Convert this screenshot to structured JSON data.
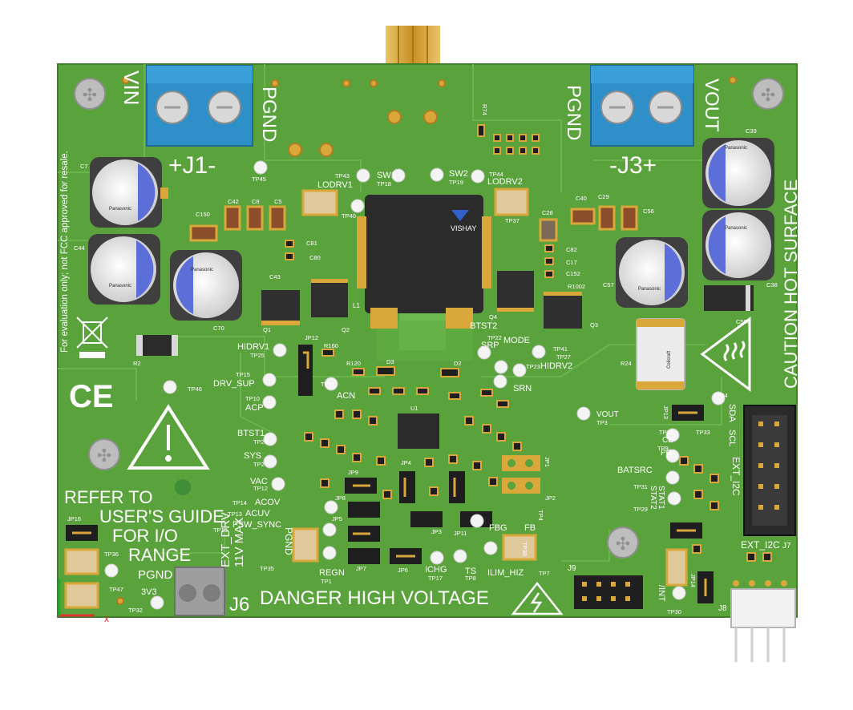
{
  "colors": {
    "board": "#5aa33c",
    "board_dark": "#4e9332",
    "trace": "#66b048",
    "silk": "#ffffff",
    "terminal_blue": "#2e8fc9",
    "gold": "#d9a73a",
    "chip": "#2b2b2b"
  },
  "connectors": {
    "j1_label": "+J1-",
    "j3_label": "-J3+",
    "vin": "VIN",
    "pgnd_left": "PGND",
    "pgnd_right": "PGND",
    "vout": "VOUT",
    "j6": "J6",
    "j7": "J7",
    "j8": "J8",
    "j9": "J9",
    "ext_i2c": "EXT_I2C",
    "ext_i2c_bottom": "EXT_I2C"
  },
  "warnings": {
    "fcc": "For evaluation only; not FCC approved for resale.",
    "caution": "CAUTION HOT SURFACE",
    "danger": "DANGER HIGH VOLTAGE",
    "refer": [
      "REFER TO",
      "USER'S GUIDE",
      "FOR I/O",
      "RANGE"
    ],
    "ce": "CE",
    "ext_drv": "EXT_DRV",
    "max11v": "11V MAX"
  },
  "brands": {
    "vishay": "VISHAY",
    "panasonic": "Panasonic",
    "coilcraft": "Coilcraft"
  },
  "labels": {
    "lodrv1": "LODRV1",
    "lodrv2": "LODRV2",
    "sw1": "SW1",
    "sw2": "SW2",
    "hidrv1": "HIDRV1",
    "hidrv2": "HIDRV2",
    "drv_sup": "DRV_SUP",
    "acp": "ACP",
    "acn": "ACN",
    "btst1": "BTST1",
    "btst2": "BTST2",
    "sys": "SYS",
    "vac": "VAC",
    "acov": "ACOV",
    "acuv": "ACUV",
    "fsw_sync": "FSW_SYNC",
    "pgnd_small": "PGND",
    "regn": "REGN",
    "ichg": "ICHG",
    "ts": "TS",
    "ilim_hiz": "ILIM_HIZ",
    "fbg": "FBG",
    "fb": "FB",
    "srp": "SRP",
    "srn": "SRN",
    "mode": "MODE",
    "vout_tp": "VOUT",
    "sda": "SDA",
    "scl": "SCL",
    "ce_sig": "CE",
    "batsrc": "BATSRC",
    "stat1": "STAT1",
    "stat2": "STAT2",
    "pg": "PG",
    "int": "/INT",
    "pgnd_j6": "PGND",
    "v3v3": "3V3",
    "l1": "L1",
    "u1": "U1",
    "q1": "Q1",
    "q2": "Q2",
    "q3": "Q3",
    "q4": "Q4",
    "r24": "R24",
    "r74": "R74",
    "r2": "R2",
    "c7": "C7",
    "c44": "C44",
    "c70": "C70",
    "c39": "C39",
    "c38": "C38",
    "c57": "C57",
    "c506": "C506",
    "c42": "C42",
    "c8": "C8",
    "c5": "C5",
    "c150": "C150",
    "c81": "C81",
    "c80": "C80",
    "c43": "C43",
    "c40": "C40",
    "c29": "C29",
    "c56": "C56",
    "c28": "C28",
    "c82": "C82",
    "c17": "C17",
    "c152": "C152",
    "r1002": "R1002",
    "d2": "D2",
    "d3": "D3",
    "r160": "R160",
    "r120": "R120",
    "jp12": "JP12",
    "jp16": "JP16",
    "jp13": "JP13",
    "jp14": "JP14",
    "jp1": "JP1",
    "jp2": "JP2",
    "jp3": "JP3",
    "jp4": "JP4",
    "jp5": "JP5",
    "jp6": "JP6",
    "jp7": "JP7",
    "jp8": "JP8",
    "jp9": "JP9",
    "jp11": "JP11",
    "tp45": "TP45",
    "tp43": "TP43",
    "tp18": "TP18",
    "tp19": "TP19",
    "tp44": "TP44",
    "tp40": "TP40",
    "tp37": "TP37",
    "tp25": "TP25",
    "tp15": "TP15",
    "tp10": "TP10",
    "tp11": "TP11",
    "tp46": "TP46",
    "tp26": "TP26",
    "tp2": "TP2",
    "tp12": "TP12",
    "tp14": "TP14",
    "tp13": "TP13",
    "tp16": "TP16",
    "tp35": "TP35",
    "tp36": "TP36",
    "tp47": "TP47",
    "tp32": "TP32",
    "tp27": "TP27",
    "tp41": "TP41",
    "tp22": "TP22",
    "tp23": "TP23",
    "tp3": "TP3",
    "tp34": "TP34",
    "tp21": "TP21",
    "tp33": "TP33",
    "tp9": "TP9",
    "tp31": "TP31",
    "tp29": "TP29",
    "tp30": "TP30",
    "tp17": "TP17",
    "tp8": "TP8",
    "tp7": "TP7",
    "tp38": "TP38",
    "tp1": "TP1",
    "tp4": "TP4"
  }
}
